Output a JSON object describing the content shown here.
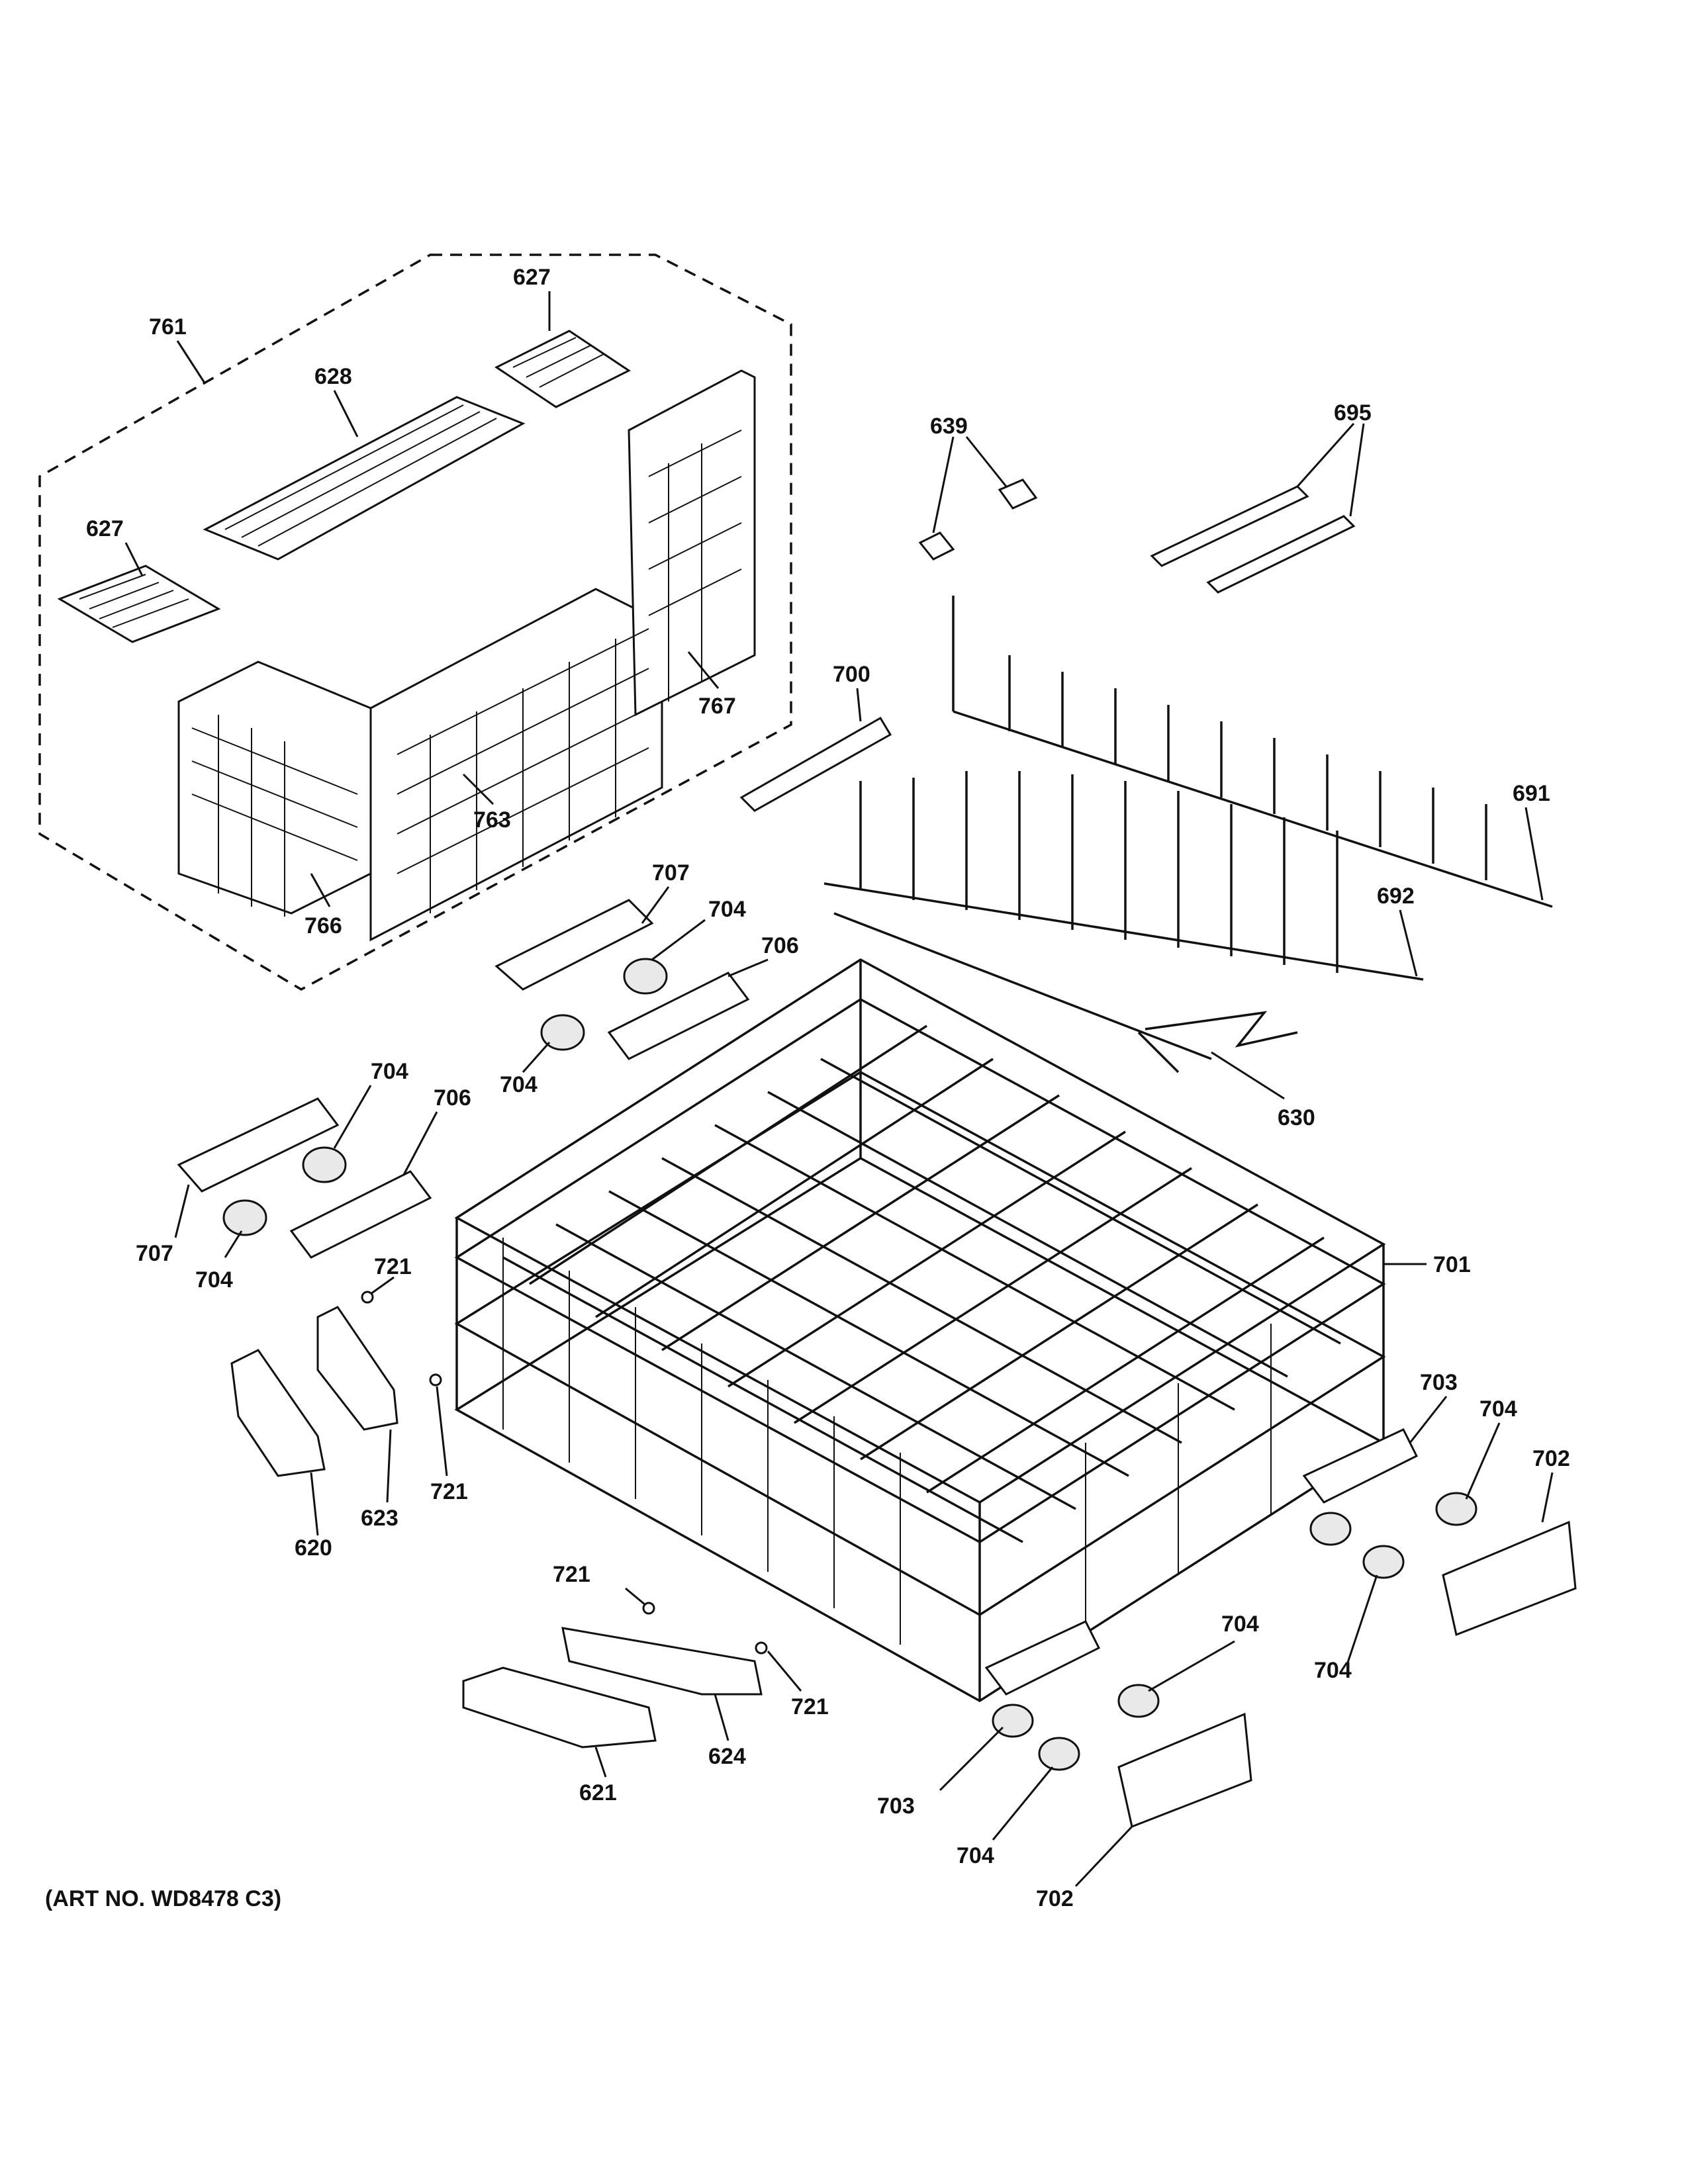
{
  "art_number": "(ART NO. WD8478 C3)",
  "callouts": {
    "c761": "761",
    "c627a": "627",
    "c628": "628",
    "c627b": "627",
    "c767": "767",
    "c763": "763",
    "c766": "766",
    "c639": "639",
    "c695": "695",
    "c700": "700",
    "c691": "691",
    "c692": "692",
    "c630": "630",
    "c707a": "707",
    "c704a": "704",
    "c706a": "706",
    "c704b": "704",
    "c704c": "704",
    "c706b": "706",
    "c707b": "707",
    "c704d": "704",
    "c721a": "721",
    "c701": "701",
    "c703a": "703",
    "c704e": "704",
    "c702a": "702",
    "c704f": "704",
    "c623": "623",
    "c721b": "721",
    "c620": "620",
    "c721c": "721",
    "c721d": "721",
    "c624": "624",
    "c621": "621",
    "c704g": "704",
    "c703b": "703",
    "c704h": "704",
    "c702b": "702"
  }
}
